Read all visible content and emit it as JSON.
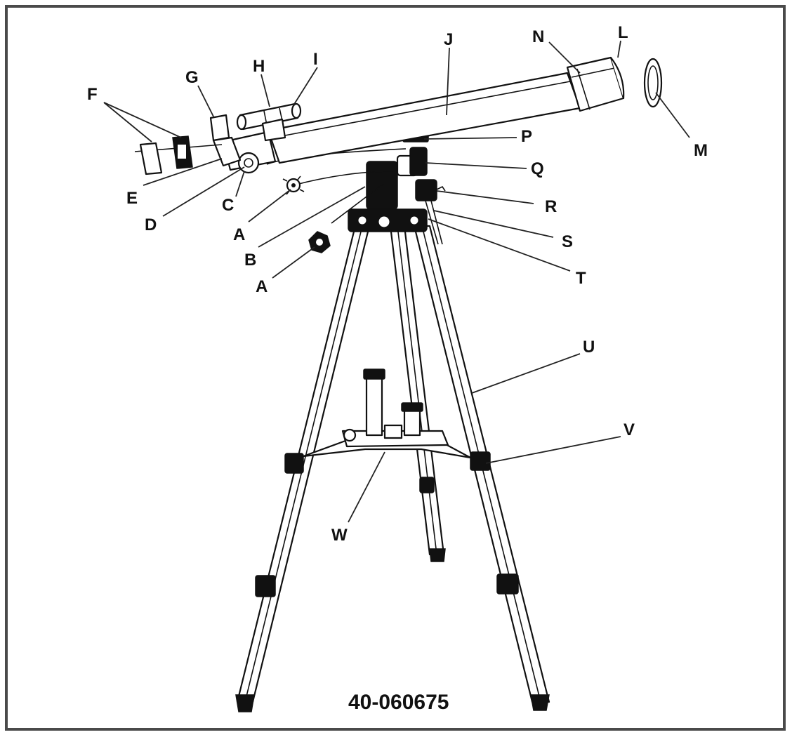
{
  "diagram": {
    "model_number": "40-060675",
    "colors": {
      "frame": "#4a4a4a",
      "ink": "#111111",
      "background": "#ffffff"
    }
  },
  "callouts": [
    {
      "id": "F",
      "text": "F"
    },
    {
      "id": "G",
      "text": "G"
    },
    {
      "id": "H",
      "text": "H"
    },
    {
      "id": "I",
      "text": "I"
    },
    {
      "id": "J",
      "text": "J"
    },
    {
      "id": "N",
      "text": "N"
    },
    {
      "id": "L",
      "text": "L"
    },
    {
      "id": "M",
      "text": "M"
    },
    {
      "id": "P",
      "text": "P"
    },
    {
      "id": "Q",
      "text": "Q"
    },
    {
      "id": "R",
      "text": "R"
    },
    {
      "id": "S",
      "text": "S"
    },
    {
      "id": "T",
      "text": "T"
    },
    {
      "id": "E",
      "text": "E"
    },
    {
      "id": "C",
      "text": "C"
    },
    {
      "id": "D",
      "text": "D"
    },
    {
      "id": "A1",
      "text": "A"
    },
    {
      "id": "B",
      "text": "B"
    },
    {
      "id": "A2",
      "text": "A"
    },
    {
      "id": "U",
      "text": "U"
    },
    {
      "id": "V",
      "text": "V"
    },
    {
      "id": "W",
      "text": "W"
    }
  ]
}
